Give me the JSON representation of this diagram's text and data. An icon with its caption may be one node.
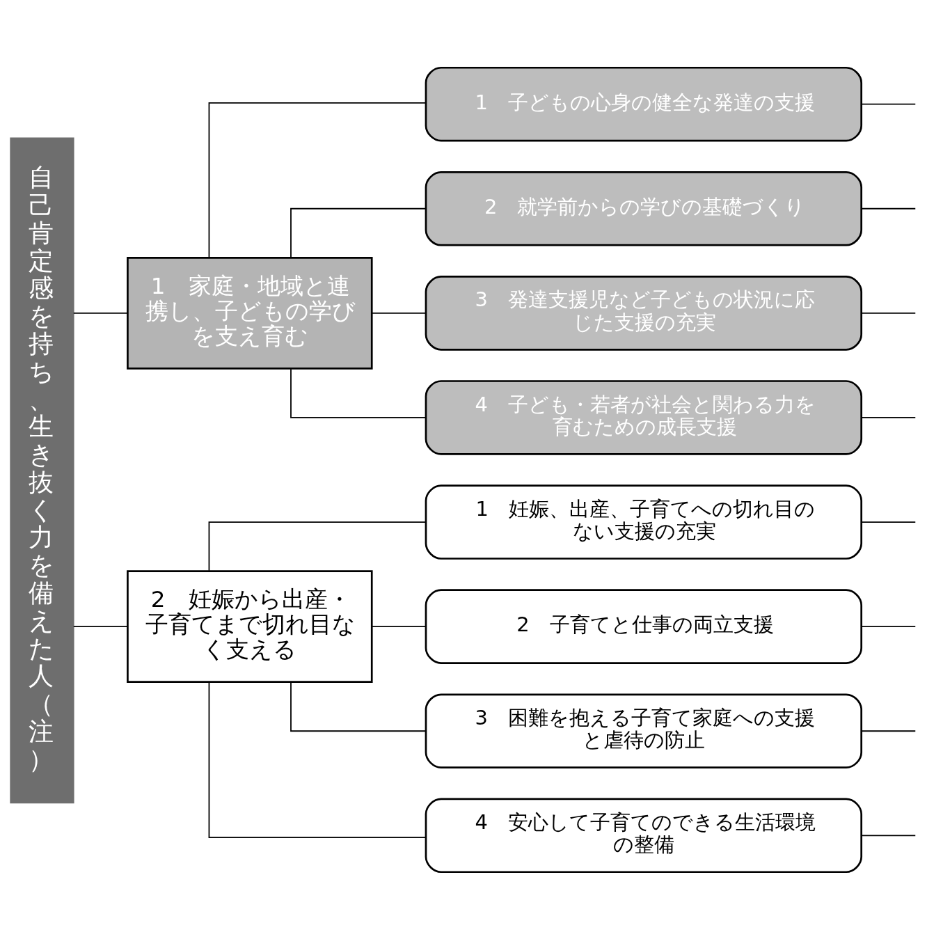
{
  "diagram": {
    "nodes": [
      {
        "text": [
          "自己肯定感を持ち、生き抜く力を備えた人（注）"
        ]
      },
      {
        "text": [
          "1　家庭・地域と連携し、子どもの学びを支え育む"
        ]
      },
      {
        "text": [
          "1　子どもの心身の健全な発達の支援"
        ]
      },
      {
        "text": [
          "2　就学前からの学びの基礎づくり"
        ]
      },
      {
        "text": [
          "3　発達支援児など子どもの状況に応じた支援の充実"
        ]
      },
      {
        "text": [
          "4　子ども・若者が社会と関わる力を育むための成長支援"
        ]
      },
      {
        "text": [
          "2　妊娠から出産・子育てまで切れ目なく支える"
        ]
      },
      {
        "text": [
          "1　妊娠、出産、子育てへの切れ目のない支援の充実"
        ]
      },
      {
        "text": [
          "2　子育てと仕事の両立支援"
        ]
      },
      {
        "text": [
          "3　困難を抱える子育て家庭への支援と虐待の防止"
        ]
      },
      {
        "text": [
          "4　安心して子育てのできる生活環境の整備"
        ]
      }
    ],
    "edges": [
      {
        "from": 0,
        "to": 1,
        "arrow": "none"
      },
      {
        "from": 0,
        "to": 6,
        "arrow": "none"
      },
      {
        "from": 1,
        "to": 2,
        "arrow": "none"
      },
      {
        "from": 1,
        "to": 3,
        "arrow": "none"
      },
      {
        "from": 1,
        "to": 4,
        "arrow": "none"
      },
      {
        "from": 1,
        "to": 5,
        "arrow": "none"
      },
      {
        "from": 6,
        "to": 7,
        "arrow": "none"
      },
      {
        "from": 6,
        "to": 8,
        "arrow": "none"
      },
      {
        "from": 6,
        "to": 9,
        "arrow": "none"
      },
      {
        "from": 6,
        "to": 10,
        "arrow": "none"
      },
      {
        "from": 2,
        "to": null,
        "arrow": "none"
      },
      {
        "from": 3,
        "to": null,
        "arrow": "none"
      },
      {
        "from": 4,
        "to": null,
        "arrow": "none"
      },
      {
        "from": 5,
        "to": null,
        "arrow": "none"
      },
      {
        "from": 7,
        "to": null,
        "arrow": "none"
      },
      {
        "from": 8,
        "to": null,
        "arrow": "none"
      },
      {
        "from": 9,
        "to": null,
        "arrow": "none"
      },
      {
        "from": 10,
        "to": null,
        "arrow": "none"
      }
    ]
  }
}
